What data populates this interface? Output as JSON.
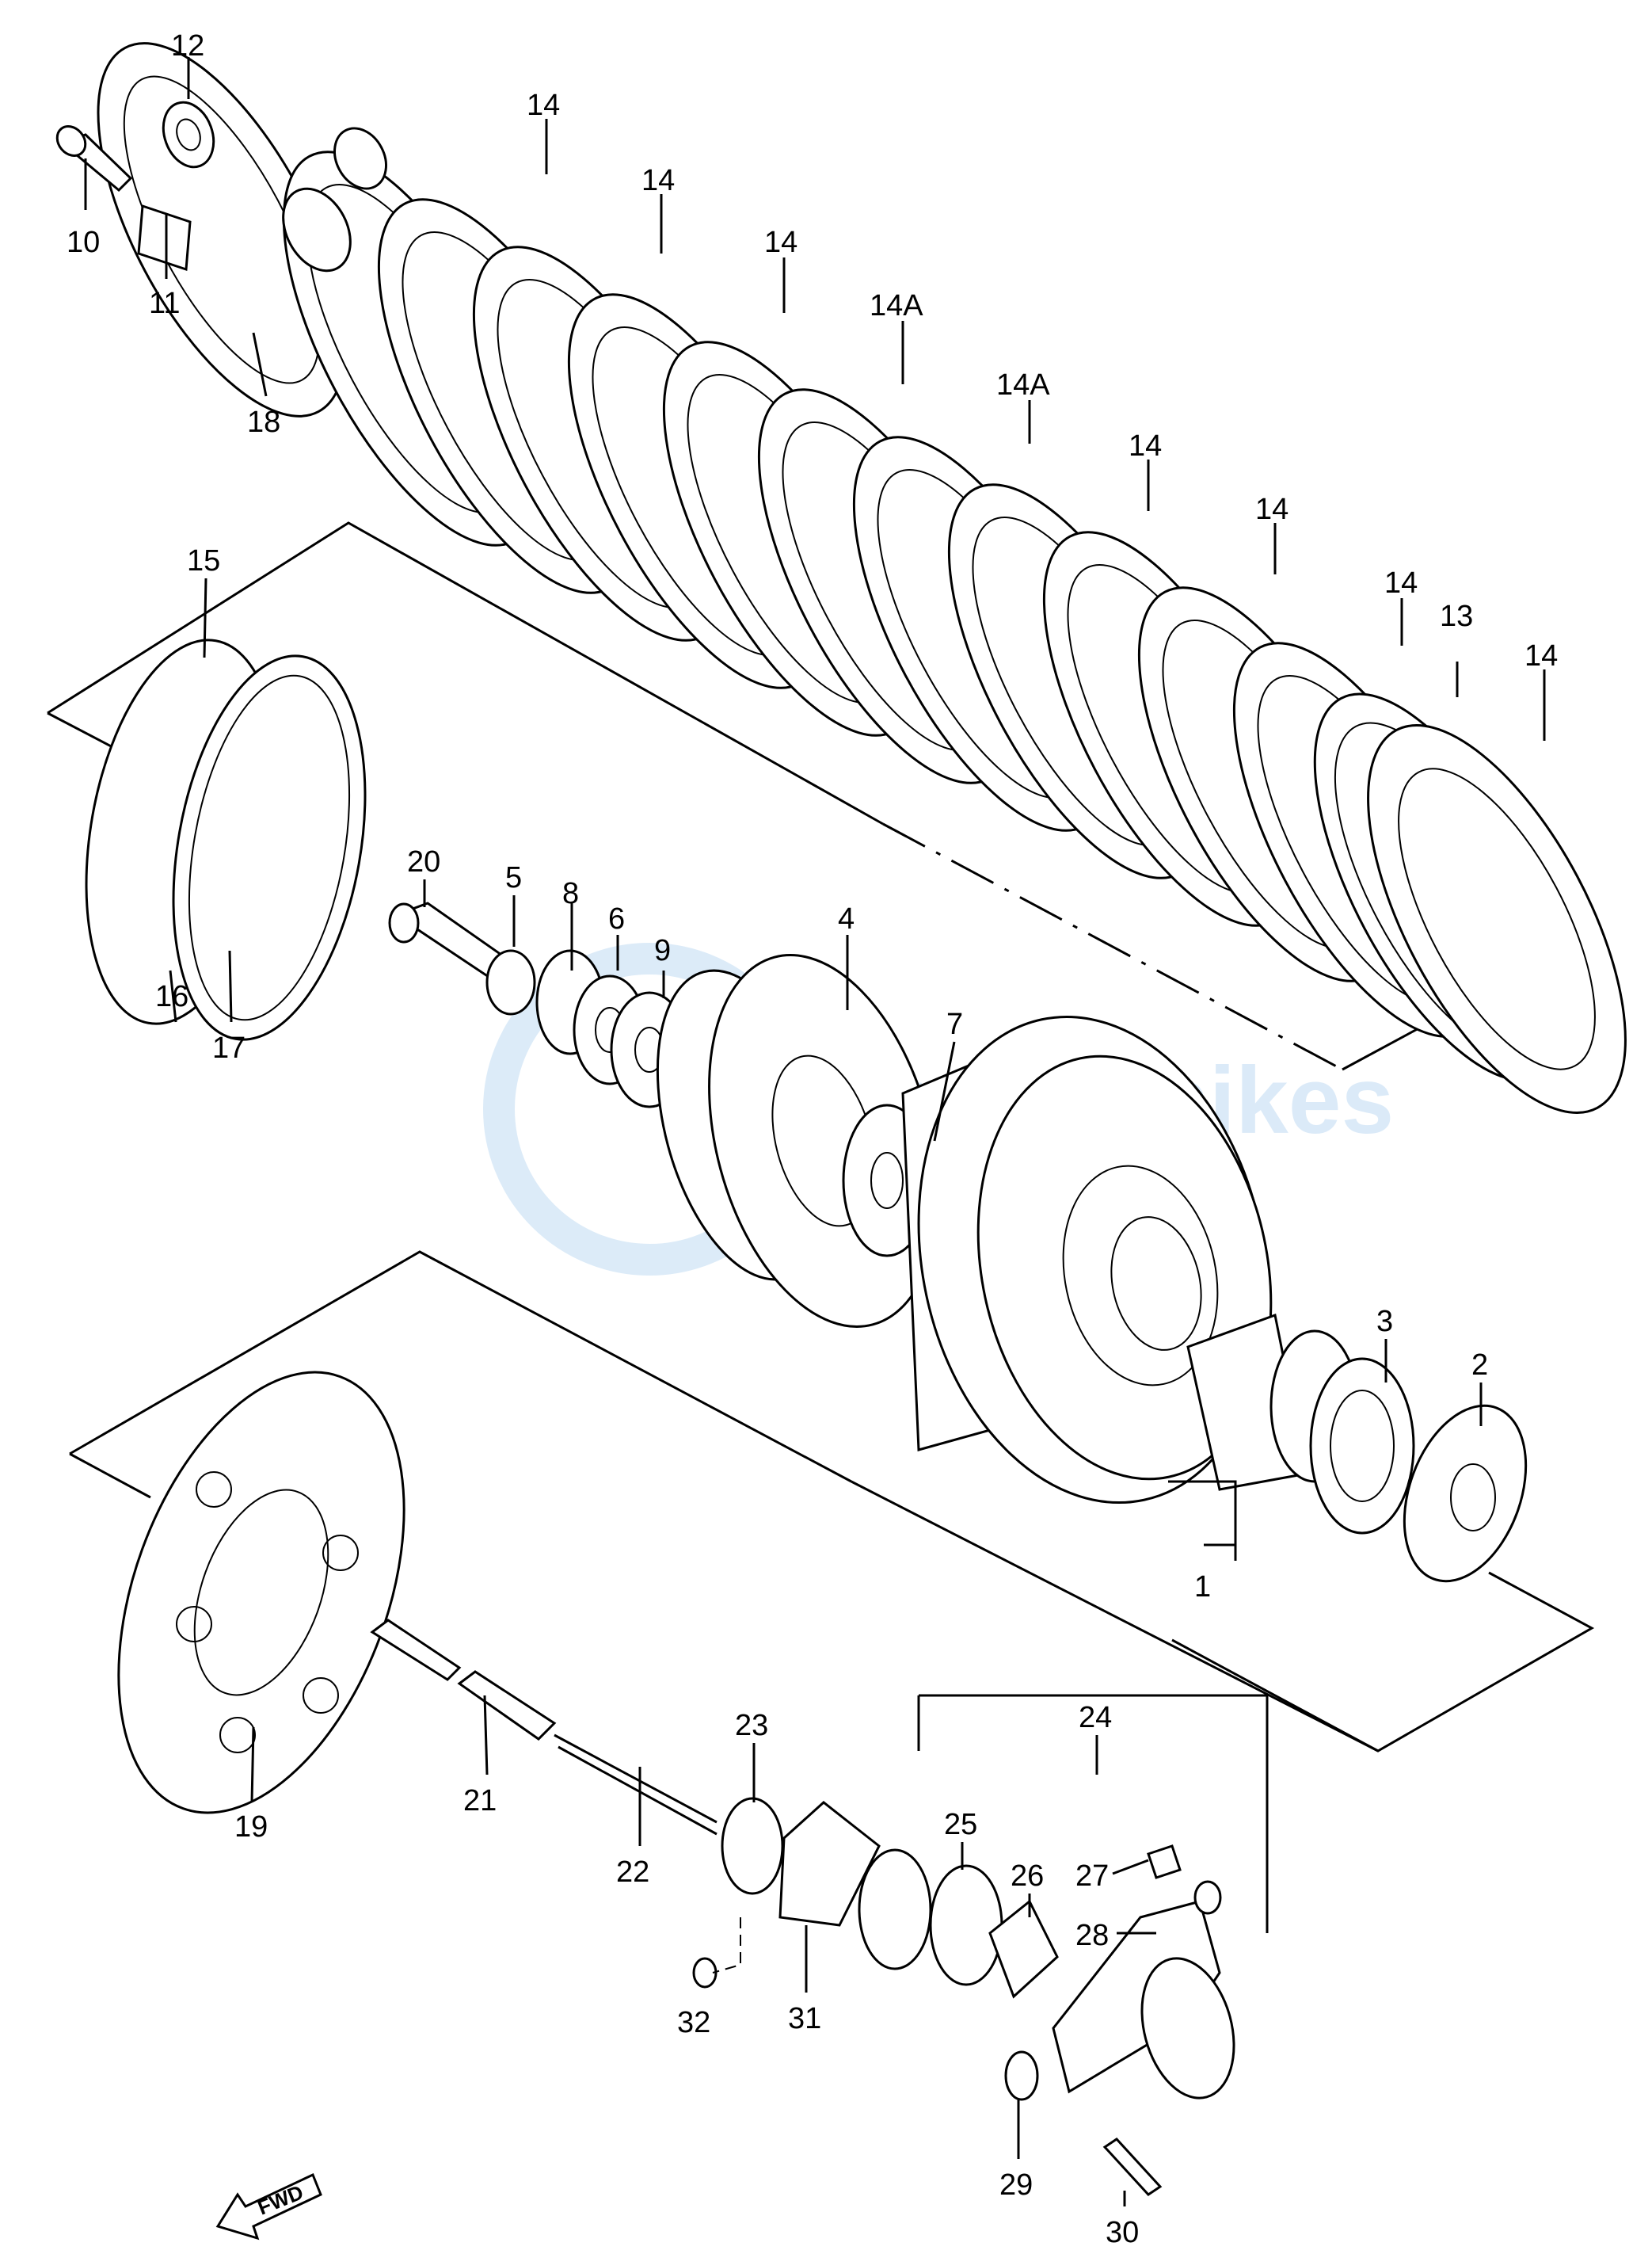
{
  "diagram": {
    "watermark_text": "partsforbikes",
    "fwd_label": "FWD",
    "callouts": [
      {
        "id": "c1",
        "text": "1"
      },
      {
        "id": "c2",
        "text": "2"
      },
      {
        "id": "c3",
        "text": "3"
      },
      {
        "id": "c4",
        "text": "4"
      },
      {
        "id": "c5",
        "text": "5"
      },
      {
        "id": "c6",
        "text": "6"
      },
      {
        "id": "c7",
        "text": "7"
      },
      {
        "id": "c8",
        "text": "8"
      },
      {
        "id": "c9",
        "text": "9"
      },
      {
        "id": "c10",
        "text": "10"
      },
      {
        "id": "c11",
        "text": "11"
      },
      {
        "id": "c12",
        "text": "12"
      },
      {
        "id": "c13",
        "text": "13"
      },
      {
        "id": "c14a",
        "text": "14"
      },
      {
        "id": "c14b",
        "text": "14"
      },
      {
        "id": "c14c",
        "text": "14"
      },
      {
        "id": "c14A1",
        "text": "14A"
      },
      {
        "id": "c14A2",
        "text": "14A"
      },
      {
        "id": "c14d",
        "text": "14"
      },
      {
        "id": "c14e",
        "text": "14"
      },
      {
        "id": "c14f",
        "text": "14"
      },
      {
        "id": "c14g",
        "text": "14"
      },
      {
        "id": "c15",
        "text": "15"
      },
      {
        "id": "c16",
        "text": "16"
      },
      {
        "id": "c17",
        "text": "17"
      },
      {
        "id": "c18",
        "text": "18"
      },
      {
        "id": "c19",
        "text": "19"
      },
      {
        "id": "c20",
        "text": "20"
      },
      {
        "id": "c21",
        "text": "21"
      },
      {
        "id": "c22",
        "text": "22"
      },
      {
        "id": "c23",
        "text": "23"
      },
      {
        "id": "c24",
        "text": "24"
      },
      {
        "id": "c25",
        "text": "25"
      },
      {
        "id": "c26",
        "text": "26"
      },
      {
        "id": "c27",
        "text": "27"
      },
      {
        "id": "c28",
        "text": "28"
      },
      {
        "id": "c29",
        "text": "29"
      },
      {
        "id": "c30",
        "text": "30"
      },
      {
        "id": "c31",
        "text": "31"
      },
      {
        "id": "c32",
        "text": "32"
      }
    ]
  }
}
